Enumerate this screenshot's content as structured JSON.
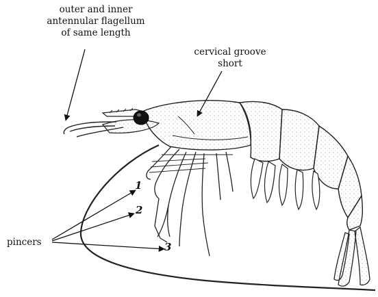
{
  "labels": {
    "antenna_line1": "outer and inner",
    "antenna_line2": "antennular flagellum",
    "antenna_line3": "of same length",
    "cervical_line1": "cervical groove",
    "cervical_line2": "short",
    "pincers": "pincers"
  },
  "numbers": {
    "one": "1",
    "two": "2",
    "three": "3"
  }
}
